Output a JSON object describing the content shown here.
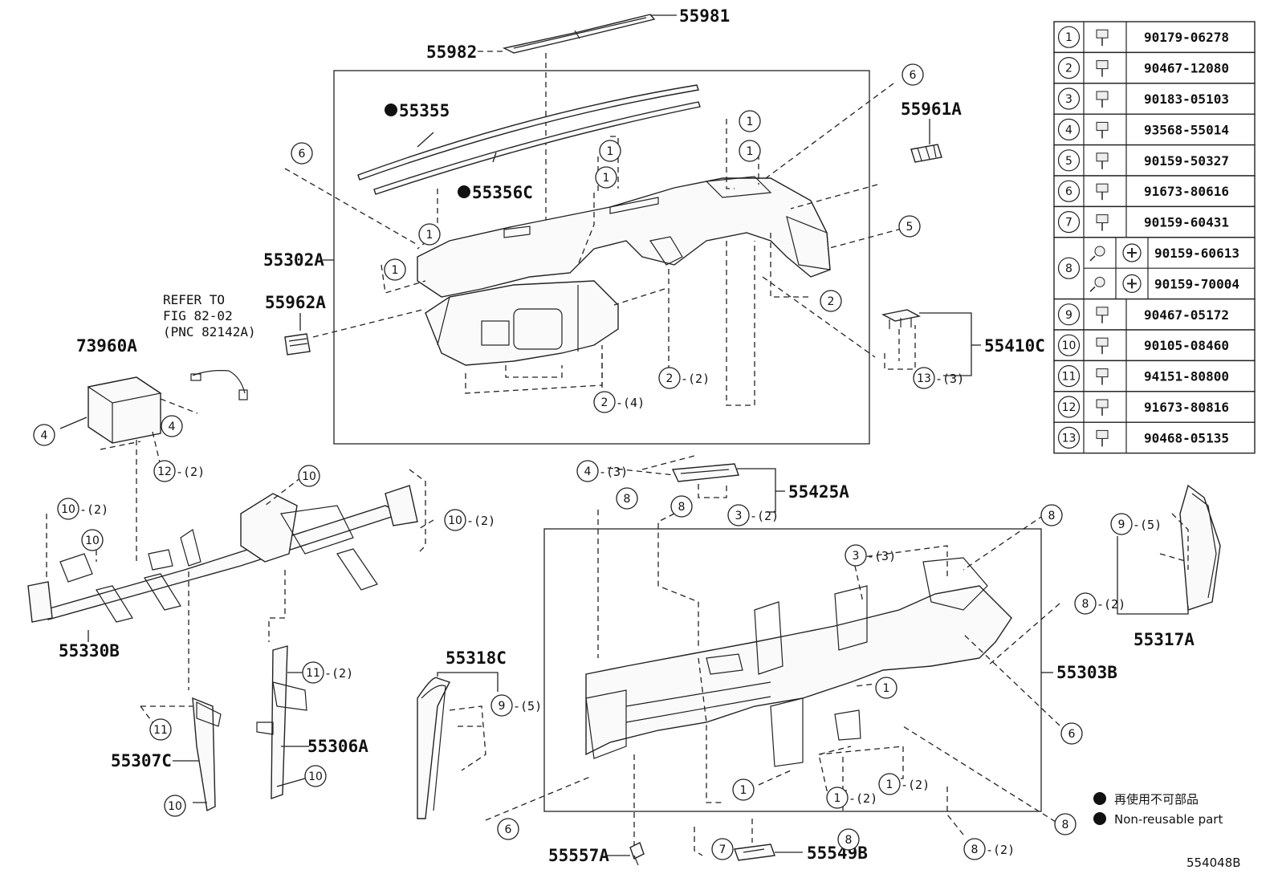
{
  "labels": {
    "p55981": "55981",
    "p55982": "55982",
    "p55355": "55355",
    "p55356C": "55356C",
    "p55961A": "55961A",
    "p55302A": "55302A",
    "p55962A": "55962A",
    "p55410C": "55410C",
    "p73960A": "73960A",
    "p55425A": "55425A",
    "p55330B": "55330B",
    "p55318C": "55318C",
    "p55317A": "55317A",
    "p55303B": "55303B",
    "p55306A": "55306A",
    "p55307C": "55307C",
    "p55557A": "55557A",
    "p55549B": "55549B",
    "diagram_id": "554048B"
  },
  "refer": {
    "line1": "REFER TO",
    "line2": "FIG 82-02",
    "line3": "(PNC 82142A)"
  },
  "qty": {
    "q2": "-(2)",
    "q3": "-(3)",
    "q4": "-(4)",
    "q5": "-(5)"
  },
  "legend": {
    "jp": "再使用不可部品",
    "en": "Non-reusable part"
  },
  "parts_table": [
    {
      "num": "1",
      "part": "90179-06278"
    },
    {
      "num": "2",
      "part": "90467-12080"
    },
    {
      "num": "3",
      "part": "90183-05103"
    },
    {
      "num": "4",
      "part": "93568-55014"
    },
    {
      "num": "5",
      "part": "90159-50327"
    },
    {
      "num": "6",
      "part": "91673-80616"
    },
    {
      "num": "7",
      "part": "90159-60431"
    },
    {
      "num": "8",
      "part": "90159-60613",
      "part2": "90159-70004"
    },
    {
      "num": "9",
      "part": "90467-05172"
    },
    {
      "num": "10",
      "part": "90105-08460"
    },
    {
      "num": "11",
      "part": "94151-80800"
    },
    {
      "num": "12",
      "part": "91673-80816"
    },
    {
      "num": "13",
      "part": "90468-05135"
    }
  ],
  "callouts": {
    "n1": "1",
    "n2": "2",
    "n3": "3",
    "n4": "4",
    "n5": "5",
    "n6": "6",
    "n7": "7",
    "n8": "8",
    "n9": "9",
    "n10": "10",
    "n11": "11",
    "n12": "12",
    "n13": "13"
  }
}
